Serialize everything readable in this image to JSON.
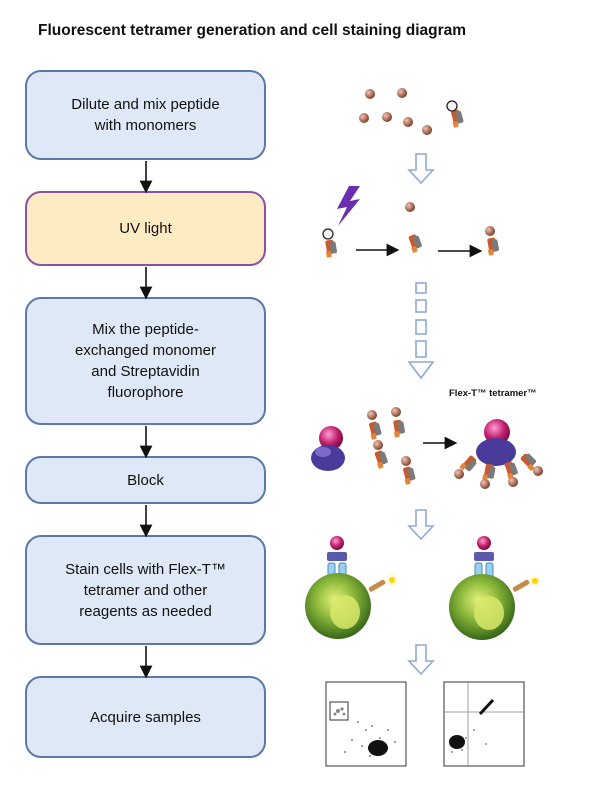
{
  "title": "Fluorescent tetramer generation and cell staining diagram",
  "steps": [
    {
      "label": "Dilute and mix peptide\nwith monomers"
    },
    {
      "label": "UV light"
    },
    {
      "label": "Mix the peptide-\nexchanged monomer\nand Streptavidin\nfluorophore"
    },
    {
      "label": "Block"
    },
    {
      "label": "Stain cells with Flex-T™\ntetramer and other\nreagents as needed"
    },
    {
      "label": "Acquire samples"
    }
  ],
  "tetramer_label": "Flex-T™ tetramer™",
  "colors": {
    "step_fill": "#dfe8f6",
    "step_border": "#5b78a8",
    "uv_fill": "#fdebc3",
    "uv_border": "#8f4fa4",
    "lightning": "#6a2fb0",
    "down_arrow": "#8fa8d6"
  }
}
